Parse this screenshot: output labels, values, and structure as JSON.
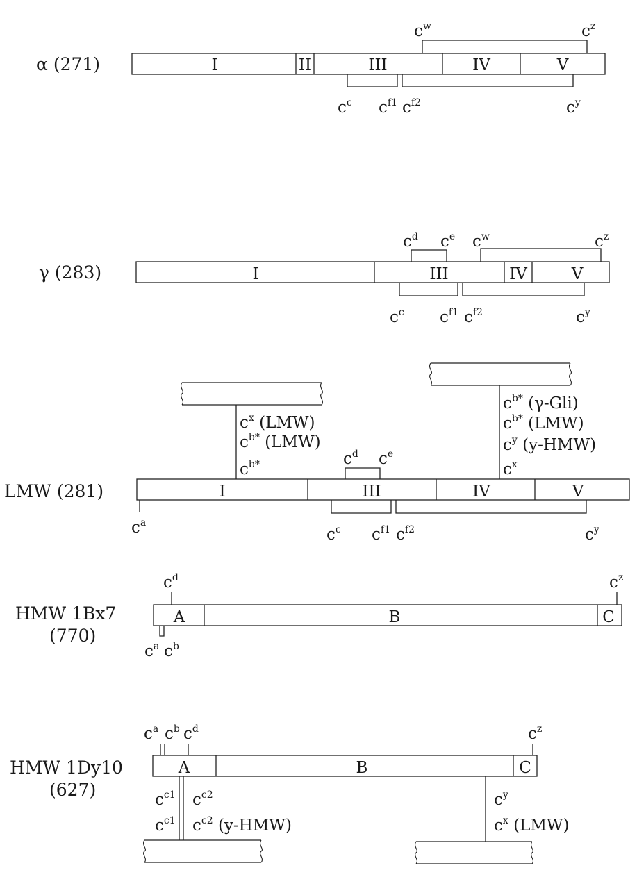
{
  "colors": {
    "line": "#222222",
    "text": "#1a1a1a",
    "background": "#ffffff"
  },
  "proteins": {
    "alpha": {
      "label": "α (271)",
      "domains": [
        "I",
        "II",
        "III",
        "IV",
        "V"
      ],
      "cys": {
        "w": "w",
        "z": "z",
        "c": "c",
        "f1": "f1",
        "f2": "f2",
        "y": "y"
      }
    },
    "gamma": {
      "label": "γ (283)",
      "domains": [
        "I",
        "III",
        "IV",
        "V"
      ],
      "cys": {
        "d": "d",
        "e": "e",
        "w": "w",
        "z": "z",
        "c": "c",
        "f1": "f1",
        "f2": "f2",
        "y": "y"
      }
    },
    "lmw": {
      "label": "LMW (281)",
      "domains": [
        "I",
        "III",
        "IV",
        "V"
      ],
      "cys": {
        "a": "a",
        "d": "d",
        "e": "e",
        "c": "c",
        "f1": "f1",
        "f2": "f2",
        "y": "y"
      },
      "left_partners": [
        {
          "sup": "x",
          "suffix": " (LMW)"
        },
        {
          "sup": "b*",
          "suffix": " (LMW)"
        },
        {
          "sup": "b*",
          "suffix": ""
        }
      ],
      "right_partners": [
        {
          "sup": "b*",
          "suffix": " (γ-Gli)"
        },
        {
          "sup": "b*",
          "suffix": " (LMW)"
        },
        {
          "sup": "y",
          "suffix": " (y-HMW)"
        },
        {
          "sup": "x",
          "suffix": ""
        }
      ]
    },
    "hmw_bx7": {
      "label_line1": "HMW 1Bx7",
      "label_line2": "(770)",
      "domains": [
        "A",
        "B",
        "C"
      ],
      "cys": {
        "d": "d",
        "z": "z",
        "a": "a",
        "b": "b"
      }
    },
    "hmw_dy10": {
      "label_line1": "HMW 1Dy10",
      "label_line2": "(627)",
      "domains": [
        "A",
        "B",
        "C"
      ],
      "cys": {
        "a": "a",
        "b": "b",
        "d": "d",
        "z": "z"
      },
      "left_partners": [
        {
          "sup1": "c1",
          "sup2": "c2",
          "suffix": ""
        },
        {
          "sup1": "c1",
          "sup2": "c2",
          "suffix": " (y-HMW)"
        }
      ],
      "right_partners": [
        {
          "sup": "y",
          "suffix": ""
        },
        {
          "sup": "x",
          "suffix": " (LMW)"
        }
      ]
    }
  }
}
